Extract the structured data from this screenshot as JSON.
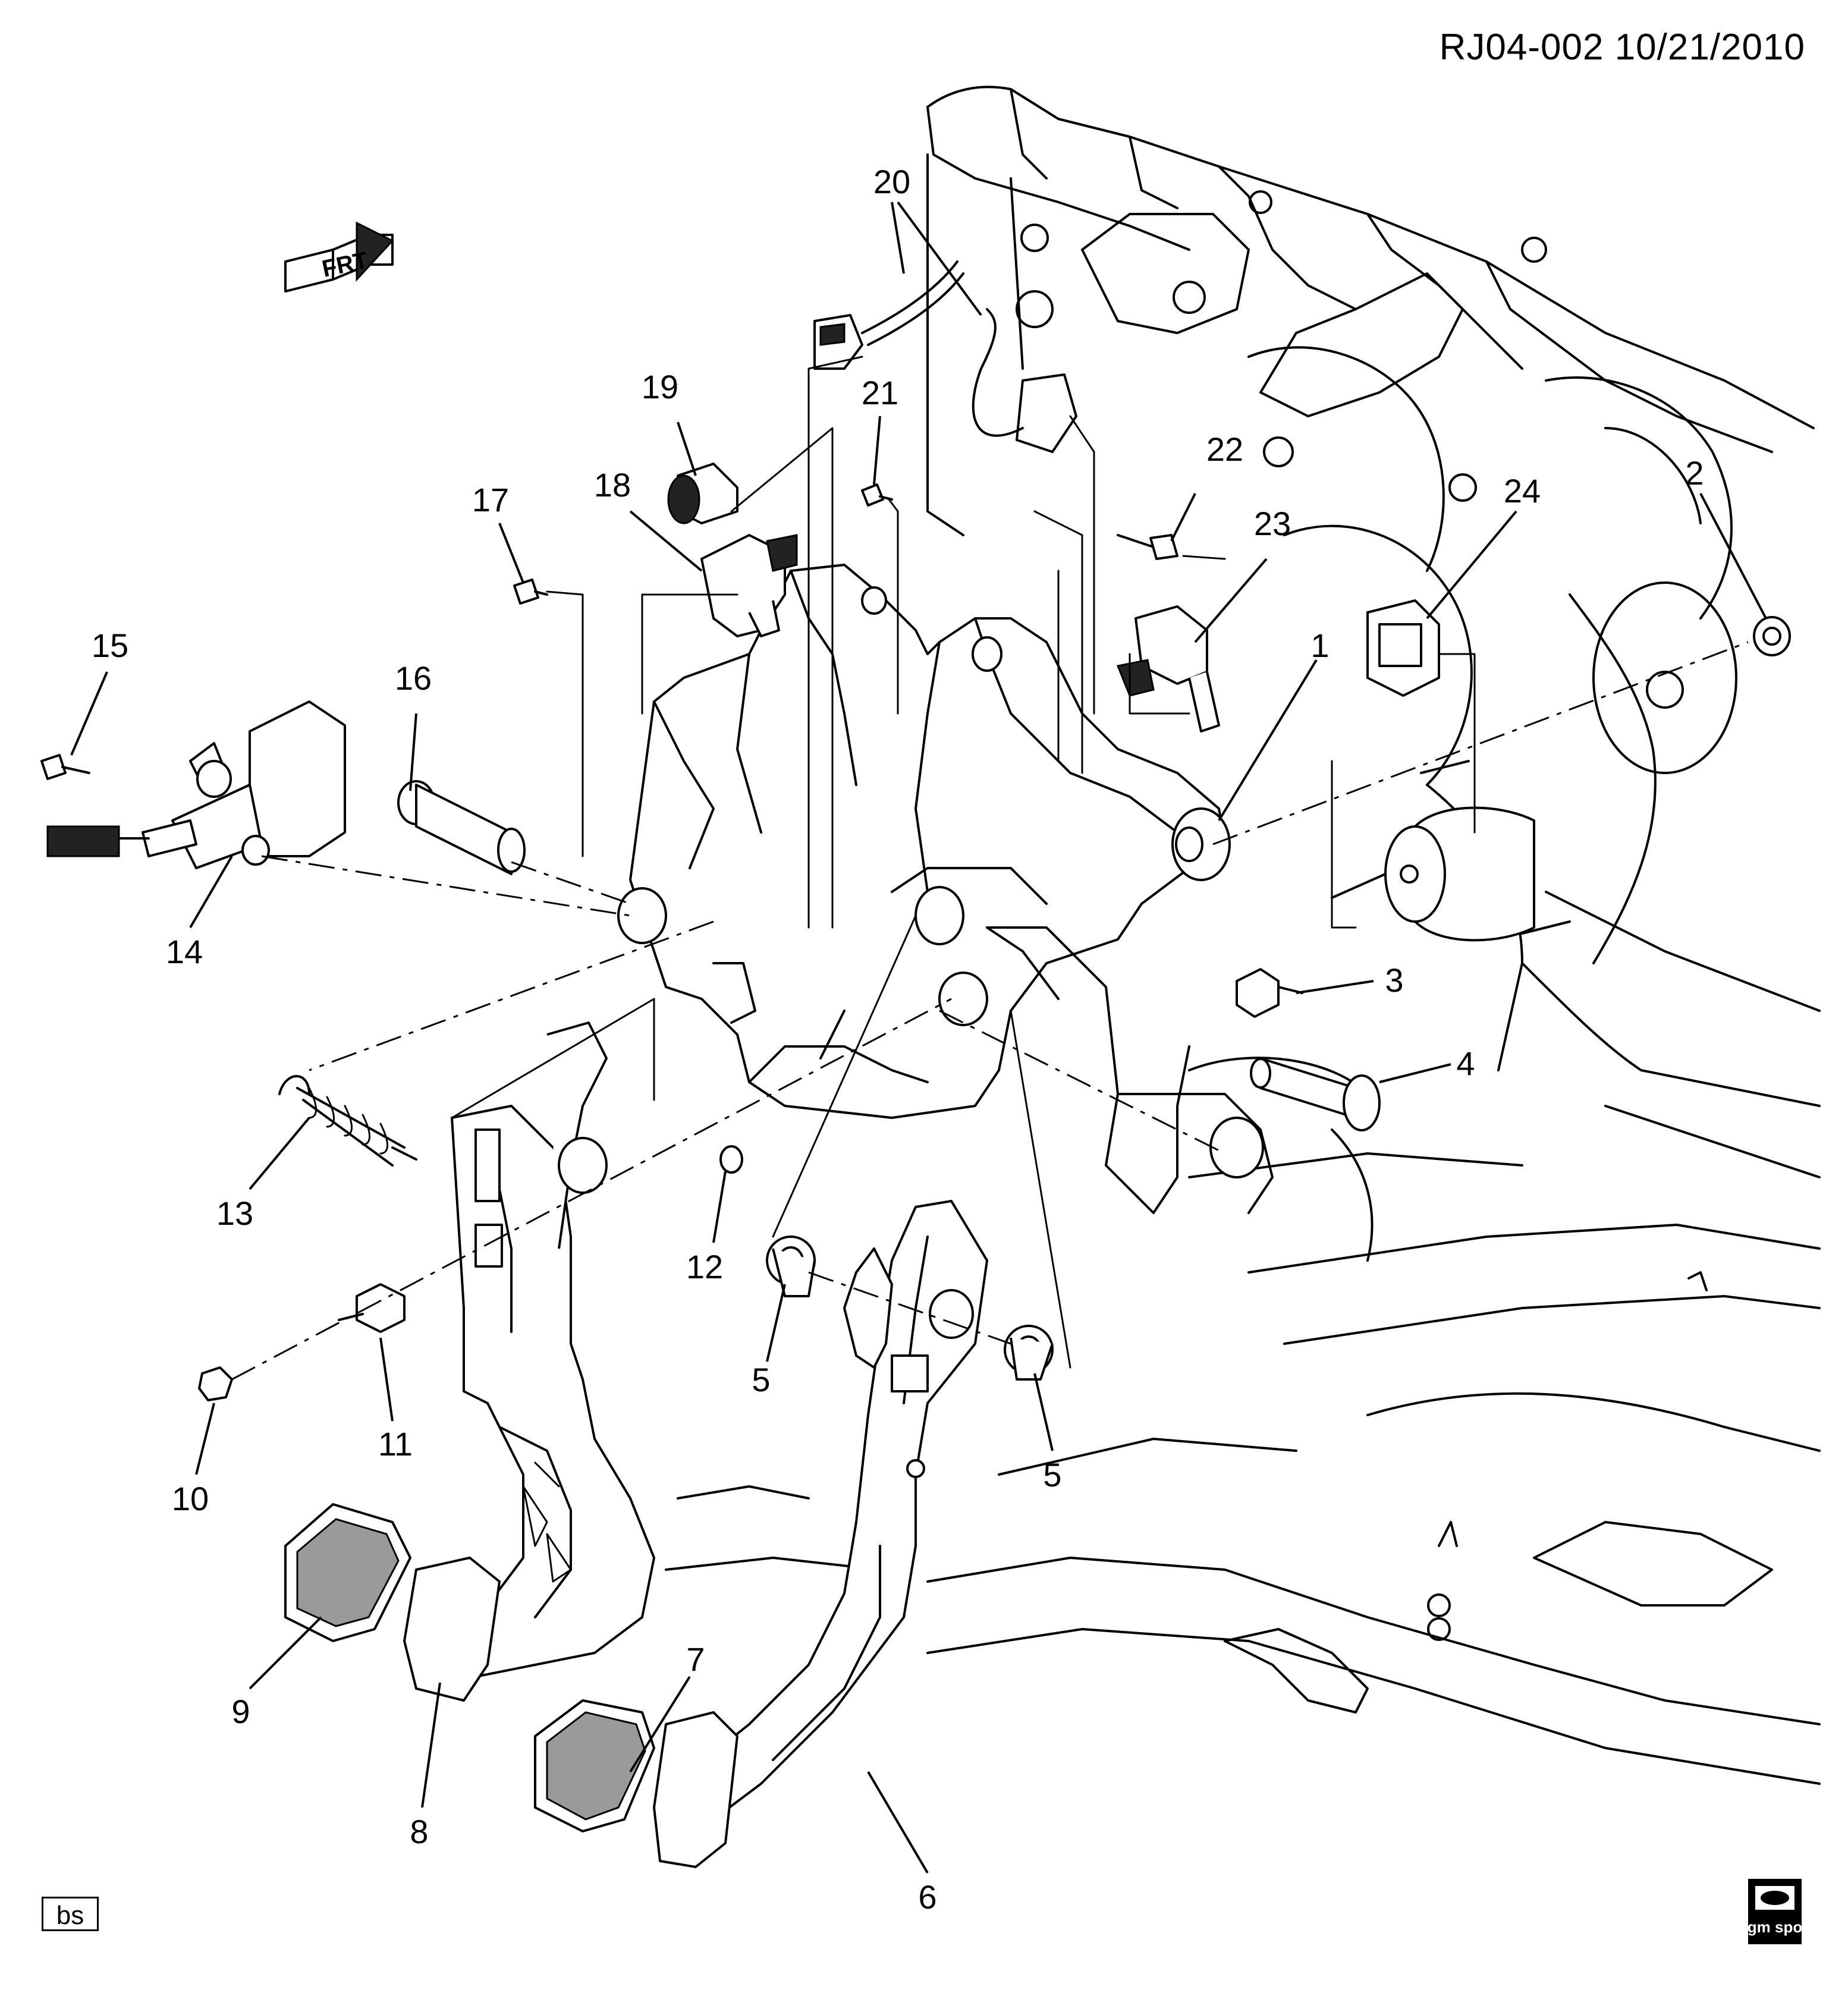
{
  "header": {
    "diagram_code": "RJ04-002 10/21/2010"
  },
  "orientation": {
    "label": "FRT",
    "icon": "front-arrow-icon"
  },
  "callouts": [
    {
      "id": "callout-1",
      "label": "1"
    },
    {
      "id": "callout-2",
      "label": "2"
    },
    {
      "id": "callout-3",
      "label": "3"
    },
    {
      "id": "callout-4",
      "label": "4"
    },
    {
      "id": "callout-5a",
      "label": "5"
    },
    {
      "id": "callout-5b",
      "label": "5"
    },
    {
      "id": "callout-6",
      "label": "6"
    },
    {
      "id": "callout-7",
      "label": "7"
    },
    {
      "id": "callout-8",
      "label": "8"
    },
    {
      "id": "callout-9",
      "label": "9"
    },
    {
      "id": "callout-10",
      "label": "10"
    },
    {
      "id": "callout-11",
      "label": "11"
    },
    {
      "id": "callout-12",
      "label": "12"
    },
    {
      "id": "callout-13",
      "label": "13"
    },
    {
      "id": "callout-14",
      "label": "14"
    },
    {
      "id": "callout-15",
      "label": "15"
    },
    {
      "id": "callout-16",
      "label": "16"
    },
    {
      "id": "callout-17",
      "label": "17"
    },
    {
      "id": "callout-18",
      "label": "18"
    },
    {
      "id": "callout-19",
      "label": "19"
    },
    {
      "id": "callout-20",
      "label": "20"
    },
    {
      "id": "callout-21",
      "label": "21"
    },
    {
      "id": "callout-22",
      "label": "22"
    },
    {
      "id": "callout-23",
      "label": "23"
    },
    {
      "id": "callout-24",
      "label": "24"
    }
  ],
  "footer": {
    "tag": "bs",
    "logo_text": "gm spo",
    "logo_icon": "gm-spo-logo-icon"
  }
}
